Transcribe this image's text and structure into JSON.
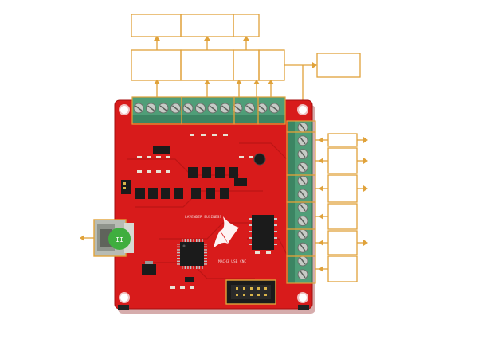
{
  "colors": {
    "annotation": "#e0a23a",
    "pcb": "#d81b1b",
    "pcb_dark": "#a50f0f",
    "terminal": "#4f9e78",
    "terminal_dark": "#2f6e52",
    "chip": "#1b1b1b",
    "usb_metal": "#b8bcb4",
    "usb_badge": "#3fae3f",
    "silkscreen": "#f3d6d6"
  },
  "pcb_labels": {
    "brand": "LAVENDER BUSINESS",
    "model": "MACH3 USB CNC"
  },
  "usb_badge": {
    "line1": "II"
  },
  "annotation_boxes": {
    "top_row1": [
      "",
      "",
      ""
    ],
    "top_row2": [
      "",
      "",
      "",
      ""
    ],
    "right_side": [
      "",
      "",
      "",
      "",
      "",
      ""
    ],
    "usb_label": ""
  },
  "icons": [
    "usb-connector-icon",
    "arrow-up-icon",
    "arrow-right-icon",
    "arrow-left-icon"
  ]
}
